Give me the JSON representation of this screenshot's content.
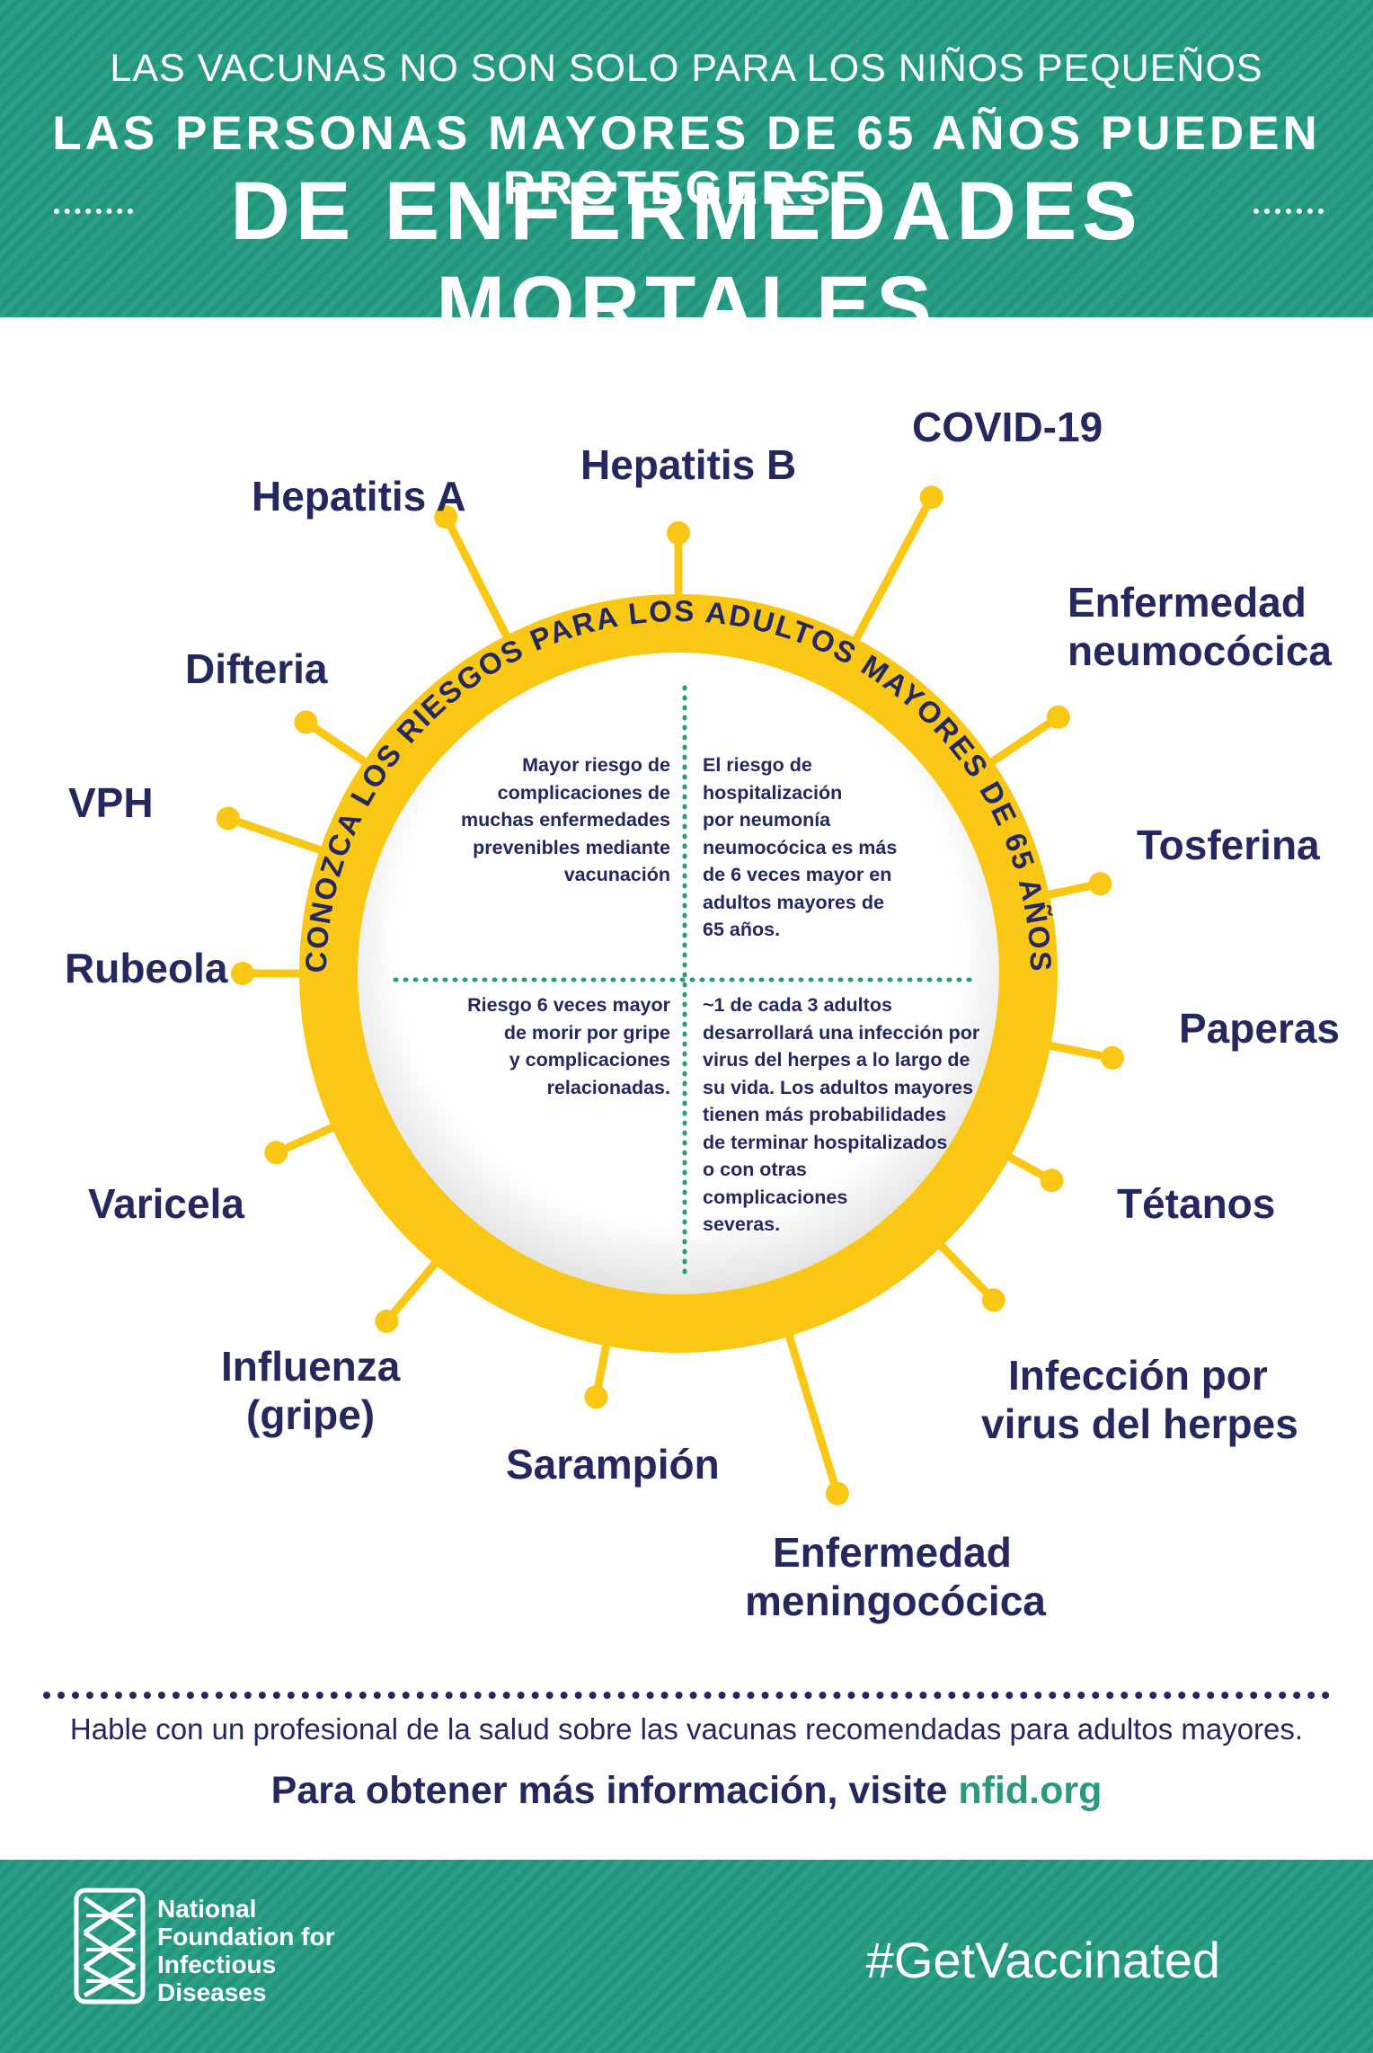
{
  "header": {
    "line1": "LAS VACUNAS NO SON SOLO PARA LOS NIÑOS PEQUEÑOS",
    "line2": "LAS PERSONAS MAYORES DE 65 AÑOS PUEDEN PROTEGERSE",
    "line3": "DE ENFERMEDADES MORTALES"
  },
  "ring": {
    "arc_text": "CONOZCA LOS RIESGOS PARA LOS ADULTOS MAYORES DE 65 AÑOS"
  },
  "diseases": {
    "hepatitis_a": "Hepatitis A",
    "hepatitis_b": "Hepatitis B",
    "covid": "COVID-19",
    "neumococica_1": "Enfermedad",
    "neumococica_2": "neumocócica",
    "difteria": "Difteria",
    "vph": "VPH",
    "tosferina": "Tosferina",
    "rubeola": "Rubeola",
    "paperas": "Paperas",
    "varicela": "Varicela",
    "tetanos": "Tétanos",
    "influenza_1": "Influenza",
    "influenza_2": "(gripe)",
    "herpes_1": "Infección por",
    "herpes_2": "virus del herpes",
    "sarampion": "Sarampión",
    "meningo_1": "Enfermedad",
    "meningo_2": "meningocócica"
  },
  "quadrants": {
    "top_left": [
      "Mayor riesgo de",
      "complicaciones de",
      "muchas enfermedades",
      "prevenibles mediante",
      "vacunación"
    ],
    "top_right": [
      "El riesgo de",
      "hospitalización",
      "por neumonía",
      "neumocócica es más",
      "de 6 veces mayor en",
      "adultos mayores de",
      "65 años."
    ],
    "bottom_left": [
      "Riesgo 6 veces mayor",
      "de morir por gripe",
      "y complicaciones",
      "relacionadas."
    ],
    "bottom_right": [
      "~1 de cada 3 adultos",
      "desarrollará una infección por",
      "virus del herpes a lo largo de",
      "su vida. Los adultos mayores",
      "tienen más probabilidades",
      "de terminar hospitalizados",
      "o con otras",
      "complicaciones",
      "severas."
    ]
  },
  "cta": {
    "talk": "Hable con un profesional de la salud sobre las vacunas recomendadas para adultos mayores.",
    "more_prefix": "Para obtener más información, visite ",
    "more_link": "nfid.org"
  },
  "footer": {
    "org_lines": [
      "National",
      "Foundation for",
      "Infectious",
      "Diseases"
    ],
    "hashtag": "#GetVaccinated"
  },
  "colors": {
    "teal": "#2a9a7d",
    "yellow": "#f9c714",
    "navy": "#24285f"
  }
}
